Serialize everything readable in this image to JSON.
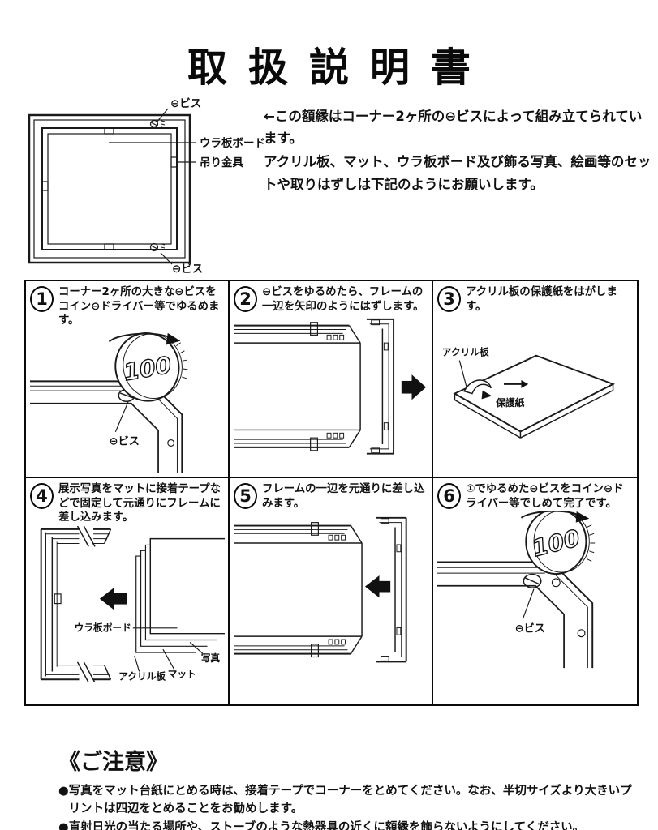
{
  "page": {
    "title": "取扱説明書"
  },
  "intro": {
    "para1": "←この額縁はコーナー2ヶ所の⊖ビスによって組み立てられています。",
    "para2": "アクリル板、マット、ウラ板ボード及び飾る写真、絵画等のセットや取りはずしは下記のようにお願いします。"
  },
  "frame_diagram": {
    "screw_top_label": "⊖ビス",
    "back_board_label": "ウラ板ボード",
    "hanger_label": "吊り金具",
    "screw_bottom_label": "⊖ビス"
  },
  "steps": [
    {
      "number": "1",
      "text": "コーナー2ヶ所の大きな⊖ビスをコイン⊖ドライバー等でゆるめます。",
      "coin_label": "100",
      "screw_label": "⊖ビス"
    },
    {
      "number": "2",
      "text": "⊖ビスをゆるめたら、フレームの一辺を矢印のようにはずします。"
    },
    {
      "number": "3",
      "text": "アクリル板の保護紙をはがします。",
      "acrylic_label": "アクリル板",
      "paper_label": "保護紙"
    },
    {
      "number": "4",
      "text": "展示写真をマットに接着テープなどで固定して元通りにフレームに差し込みます。",
      "back_board_label": "ウラ板ボード",
      "acrylic_label": "アクリル板",
      "mat_label": "マット",
      "photo_label": "写真"
    },
    {
      "number": "5",
      "text": "フレームの一辺を元通りに差し込みます。"
    },
    {
      "number": "6",
      "text": "①でゆるめた⊖ビスをコイン⊖ドライバー等でしめて完了です。",
      "coin_label": "100",
      "screw_label": "⊖ビス"
    }
  ],
  "notice": {
    "heading": "《ご注意》",
    "bullet": "●",
    "items": [
      "写真をマット台紙にとめる時は、接着テープでコーナーをとめてください。なお、半切サイズより大きいプリントは四辺をとめることをお勧めします。",
      "直射日光の当たる場所や、ストーブのような熱器具の近くに額縁を飾らないようにしてください。"
    ]
  }
}
